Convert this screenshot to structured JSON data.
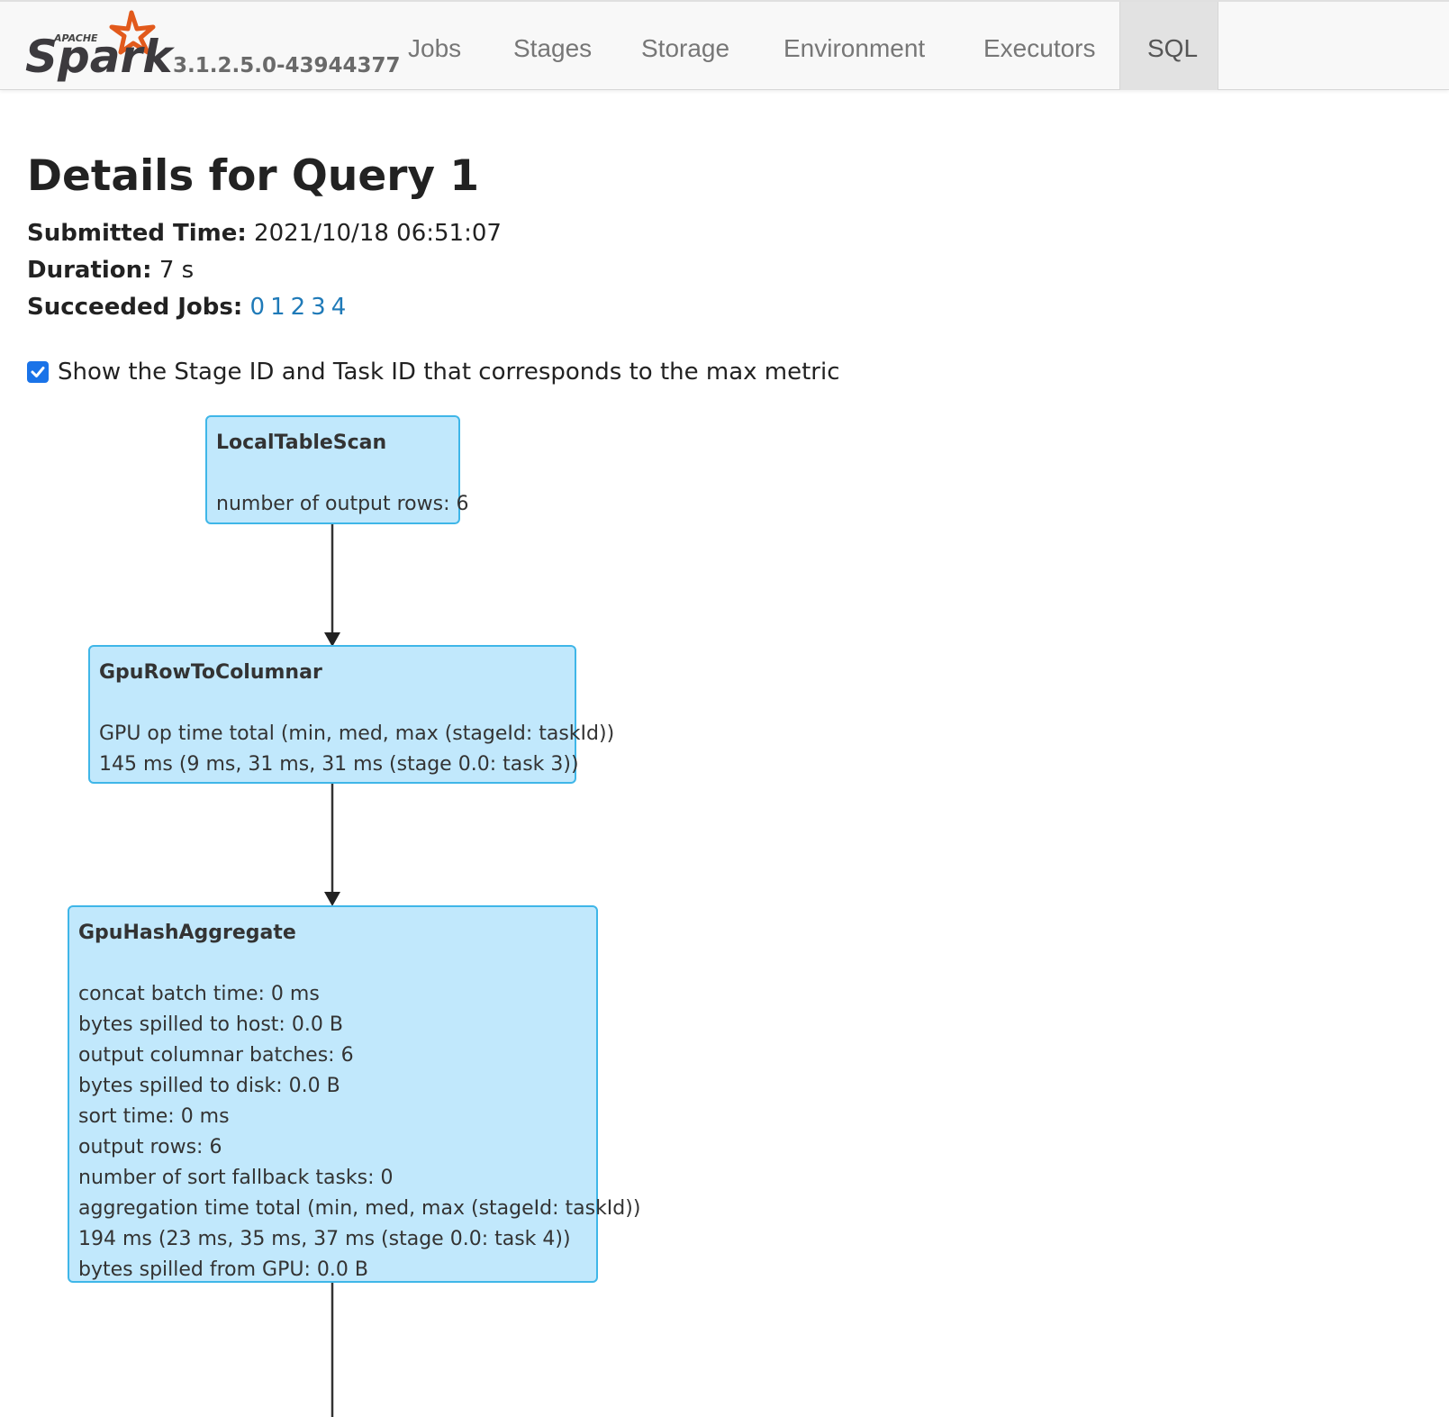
{
  "navbar": {
    "brand_top": "APACHE",
    "brand": "Spark",
    "version": "3.1.2.5.0-43944377",
    "tabs": [
      {
        "label": "Jobs",
        "active": false
      },
      {
        "label": "Stages",
        "active": false
      },
      {
        "label": "Storage",
        "active": false
      },
      {
        "label": "Environment",
        "active": false
      },
      {
        "label": "Executors",
        "active": false
      },
      {
        "label": "SQL",
        "active": true
      }
    ]
  },
  "page": {
    "title": "Details for Query 1",
    "submitted_label": "Submitted Time:",
    "submitted_value": "2021/10/18 06:51:07",
    "duration_label": "Duration:",
    "duration_value": "7 s",
    "jobs_label": "Succeeded Jobs:",
    "jobs": [
      "0",
      "1",
      "2",
      "3",
      "4"
    ],
    "checkbox_label": "Show the Stage ID and Task ID that corresponds to the max metric",
    "checkbox_checked": true
  },
  "graph": {
    "nodes": [
      {
        "title": "LocalTableScan",
        "metrics": [
          "number of output rows: 6"
        ]
      },
      {
        "title": "GpuRowToColumnar",
        "metrics": [
          "GPU op time total (min, med, max (stageId: taskId))",
          "145 ms (9 ms, 31 ms, 31 ms (stage 0.0: task 3))"
        ]
      },
      {
        "title": "GpuHashAggregate",
        "metrics": [
          "concat batch time: 0 ms",
          "bytes spilled to host: 0.0 B",
          "output columnar batches: 6",
          "bytes spilled to disk: 0.0 B",
          "sort time: 0 ms",
          "output rows: 6",
          "number of sort fallback tasks: 0",
          "aggregation time total (min, med, max (stageId: taskId))",
          "194 ms (23 ms, 35 ms, 37 ms (stage 0.0: task 4))",
          "bytes spilled from GPU: 0.0 B"
        ]
      }
    ]
  },
  "colors": {
    "node_fill": "#c1e8fc",
    "node_border": "#3fb6e8",
    "link": "#1f7ab8",
    "spark_orange": "#e25a1c"
  }
}
